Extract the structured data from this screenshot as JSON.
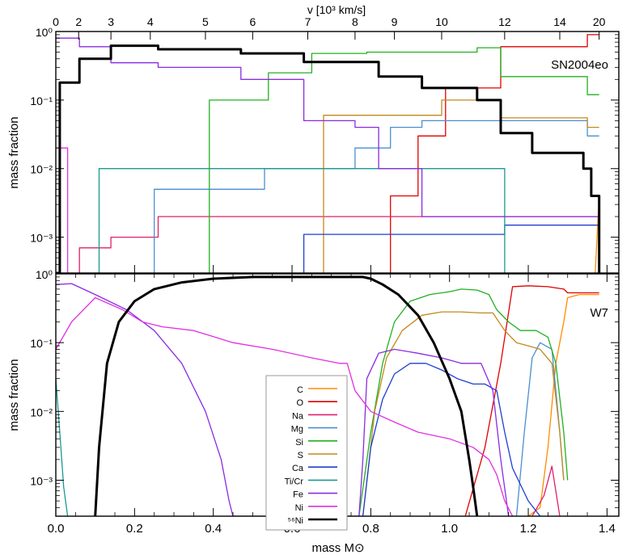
{
  "chart_data": [
    {
      "panel": "top",
      "type": "line",
      "step": true,
      "title": "",
      "label": "SN2004eo",
      "xlabel": "",
      "x2label": "v [10³ km/s]",
      "ylabel": "mass fraction",
      "xlim": [
        0.0,
        1.43
      ],
      "ylim": [
        0.0003,
        1.0
      ],
      "yscale": "log",
      "yticks": [
        "10⁰",
        "10⁻¹",
        "10⁻²",
        "10⁻³"
      ],
      "x2ticks": [
        {
          "v": 0,
          "m": 0.0
        },
        {
          "v": 2,
          "m": 0.058
        },
        {
          "v": 3,
          "m": 0.14
        },
        {
          "v": 4,
          "m": 0.24
        },
        {
          "v": 5,
          "m": 0.38
        },
        {
          "v": 6,
          "m": 0.5
        },
        {
          "v": 7,
          "m": 0.64
        },
        {
          "v": 8,
          "m": 0.76
        },
        {
          "v": 9,
          "m": 0.86
        },
        {
          "v": 10,
          "m": 0.98
        },
        {
          "v": 12,
          "m": 1.14
        },
        {
          "v": 14,
          "m": 1.28
        },
        {
          "v": 20,
          "m": 1.38
        }
      ],
      "series": [
        {
          "name": "C",
          "color": "#ff8c00",
          "x": [
            1.37,
            1.38
          ],
          "y": [
            0.0003,
            0.004
          ]
        },
        {
          "name": "O",
          "color": "#e00000",
          "x": [
            0.85,
            0.85,
            0.92,
            0.92,
            0.99,
            0.99,
            1.13,
            1.13,
            1.35,
            1.35,
            1.38
          ],
          "y": [
            0.0003,
            0.004,
            0.004,
            0.03,
            0.03,
            0.15,
            0.15,
            0.6,
            0.6,
            0.9,
            0.9
          ]
        },
        {
          "name": "Na",
          "color": "#e0206a",
          "x": [
            0.06,
            0.06,
            0.14,
            0.14,
            0.26,
            0.26,
            1.38
          ],
          "y": [
            0.0003,
            0.0007,
            0.0007,
            0.001,
            0.001,
            0.002,
            0.002
          ]
        },
        {
          "name": "Mg",
          "color": "#4a8fd0",
          "x": [
            0.25,
            0.25,
            0.53,
            0.53,
            0.76,
            0.76,
            0.85,
            0.85,
            0.93,
            0.93,
            1.35,
            1.35,
            1.38
          ],
          "y": [
            0.0003,
            0.005,
            0.005,
            0.01,
            0.01,
            0.02,
            0.02,
            0.04,
            0.04,
            0.05,
            0.05,
            0.03,
            0.03
          ]
        },
        {
          "name": "Si",
          "color": "#20b020",
          "x": [
            0.39,
            0.39,
            0.54,
            0.54,
            0.65,
            0.65,
            0.79,
            0.79,
            1.07,
            1.07,
            1.13,
            1.13,
            1.35,
            1.35,
            1.38
          ],
          "y": [
            0.0003,
            0.1,
            0.1,
            0.25,
            0.25,
            0.48,
            0.48,
            0.5,
            0.5,
            0.58,
            0.58,
            0.22,
            0.22,
            0.12,
            0.12
          ]
        },
        {
          "name": "S",
          "color": "#c08a1e",
          "x": [
            0.68,
            0.68,
            0.98,
            0.98,
            1.13,
            1.13,
            1.35,
            1.35,
            1.38
          ],
          "y": [
            0.0003,
            0.06,
            0.06,
            0.1,
            0.1,
            0.055,
            0.055,
            0.04,
            0.04
          ]
        },
        {
          "name": "Ca",
          "color": "#1f3fd0",
          "x": [
            0.63,
            0.63,
            1.14,
            1.14,
            1.38
          ],
          "y": [
            0.0003,
            0.0011,
            0.0011,
            0.0015,
            0.0015
          ]
        },
        {
          "name": "Ti/Cr",
          "color": "#1a9a90",
          "x": [
            0.11,
            0.11,
            1.14,
            1.14
          ],
          "y": [
            0.0003,
            0.01,
            0.01,
            0.0003
          ]
        },
        {
          "name": "Fe",
          "color": "#8a2be2",
          "x": [
            0.0,
            0.06,
            0.06,
            0.14,
            0.14,
            0.26,
            0.26,
            0.47,
            0.47,
            0.63,
            0.63,
            0.76,
            0.76,
            0.82,
            0.82,
            0.93,
            0.93,
            1.38
          ],
          "y": [
            0.8,
            0.8,
            0.6,
            0.6,
            0.35,
            0.35,
            0.3,
            0.3,
            0.2,
            0.2,
            0.05,
            0.05,
            0.04,
            0.04,
            0.01,
            0.01,
            0.002,
            0.002
          ]
        },
        {
          "name": "Ni",
          "color": "#e030e0",
          "x": [
            0.0,
            0.03,
            0.03
          ],
          "y": [
            0.02,
            0.02,
            0.0003
          ]
        },
        {
          "name": "⁵⁶Ni",
          "color": "#000000",
          "x": [
            0.0,
            0.01,
            0.01,
            0.06,
            0.06,
            0.14,
            0.14,
            0.26,
            0.26,
            0.47,
            0.47,
            0.63,
            0.63,
            0.82,
            0.82,
            0.93,
            0.93,
            1.07,
            1.07,
            1.13,
            1.13,
            1.21,
            1.21,
            1.34,
            1.34,
            1.36,
            1.36,
            1.38,
            1.38
          ],
          "y": [
            0.0003,
            0.0003,
            0.18,
            0.18,
            0.4,
            0.4,
            0.62,
            0.62,
            0.55,
            0.55,
            0.48,
            0.48,
            0.36,
            0.36,
            0.22,
            0.22,
            0.15,
            0.15,
            0.1,
            0.1,
            0.033,
            0.033,
            0.017,
            0.017,
            0.01,
            0.01,
            0.004,
            0.004,
            0.0003
          ]
        }
      ]
    },
    {
      "panel": "bottom",
      "type": "line",
      "title": "",
      "label": "W7",
      "xlabel": "mass M⊙",
      "ylabel": "mass fraction",
      "xlim": [
        0.0,
        1.43
      ],
      "ylim": [
        0.0003,
        1.0
      ],
      "yscale": "log",
      "xticks": [
        0.0,
        0.2,
        0.4,
        0.6,
        0.8,
        1.0,
        1.2,
        1.4
      ],
      "xtick_labels": [
        "0.0",
        "0.2",
        "0.4",
        "0.6",
        "0.8",
        "1.0",
        "1.2",
        "1.4"
      ],
      "yticks": [
        "10⁰",
        "10⁻¹",
        "10⁻²",
        "10⁻³"
      ],
      "series": [
        {
          "name": "C",
          "color": "#ff8c00",
          "x": [
            1.2,
            1.23,
            1.25,
            1.27,
            1.29,
            1.3,
            1.33,
            1.38
          ],
          "y": [
            0.0003,
            0.0004,
            0.003,
            0.05,
            0.2,
            0.45,
            0.5,
            0.5
          ]
        },
        {
          "name": "O",
          "color": "#e00000",
          "x": [
            1.04,
            1.09,
            1.13,
            1.16,
            1.2,
            1.25,
            1.29,
            1.3,
            1.38
          ],
          "y": [
            0.0003,
            0.003,
            0.05,
            0.65,
            0.67,
            0.65,
            0.6,
            0.53,
            0.53
          ]
        },
        {
          "name": "Na",
          "color": "#e0206a",
          "x": [
            1.21,
            1.24,
            1.26,
            1.28
          ],
          "y": [
            0.0003,
            0.0006,
            0.0016,
            0.0003
          ]
        },
        {
          "name": "Mg",
          "color": "#4a8fd0",
          "x": [
            1.17,
            1.19,
            1.21,
            1.23,
            1.26,
            1.28,
            1.29
          ],
          "y": [
            0.0003,
            0.005,
            0.06,
            0.1,
            0.08,
            0.005,
            0.001
          ]
        },
        {
          "name": "Si",
          "color": "#20b020",
          "x": [
            0.77,
            0.8,
            0.83,
            0.86,
            0.9,
            0.95,
            1.0,
            1.03,
            1.07,
            1.1,
            1.12,
            1.15,
            1.18,
            1.22,
            1.25,
            1.27,
            1.29,
            1.3
          ],
          "y": [
            0.0003,
            0.005,
            0.05,
            0.2,
            0.4,
            0.5,
            0.55,
            0.6,
            0.58,
            0.5,
            0.3,
            0.2,
            0.15,
            0.15,
            0.12,
            0.05,
            0.005,
            0.001
          ]
        },
        {
          "name": "S",
          "color": "#c08a1e",
          "x": [
            0.78,
            0.81,
            0.84,
            0.88,
            0.93,
            0.98,
            1.03,
            1.08,
            1.11,
            1.14,
            1.17,
            1.2,
            1.23,
            1.26,
            1.28,
            1.29
          ],
          "y": [
            0.0003,
            0.01,
            0.06,
            0.15,
            0.25,
            0.28,
            0.28,
            0.27,
            0.27,
            0.15,
            0.1,
            0.09,
            0.08,
            0.05,
            0.005,
            0.001
          ]
        },
        {
          "name": "Ca",
          "color": "#1f3fd0",
          "x": [
            0.78,
            0.8,
            0.83,
            0.86,
            0.9,
            0.94,
            0.98,
            1.02,
            1.06,
            1.09,
            1.12,
            1.14,
            1.16,
            1.2,
            1.23
          ],
          "y": [
            0.0003,
            0.003,
            0.015,
            0.035,
            0.05,
            0.05,
            0.04,
            0.03,
            0.025,
            0.025,
            0.02,
            0.005,
            0.0015,
            0.0005,
            0.0003
          ]
        },
        {
          "name": "Ti/Cr",
          "color": "#1a9a90",
          "x": [
            0.0,
            0.01,
            0.02,
            0.03
          ],
          "y": [
            0.03,
            0.005,
            0.0008,
            0.0003
          ]
        },
        {
          "name": "Fe",
          "color": "#8a2be2",
          "x": [
            0.0,
            0.04,
            0.1,
            0.18,
            0.25,
            0.32,
            0.38,
            0.42,
            0.44,
            0.45,
            0.77,
            0.78,
            0.79,
            0.82,
            0.86,
            0.92,
            0.98,
            1.03,
            1.08,
            1.11,
            1.13,
            1.15
          ],
          "y": [
            0.7,
            0.72,
            0.5,
            0.3,
            0.15,
            0.05,
            0.01,
            0.002,
            0.0005,
            0.0003,
            0.0003,
            0.002,
            0.03,
            0.07,
            0.08,
            0.07,
            0.06,
            0.05,
            0.05,
            0.02,
            0.002,
            0.0003
          ]
        },
        {
          "name": "Ni",
          "color": "#e030e0",
          "x": [
            0.0,
            0.04,
            0.1,
            0.17,
            0.22,
            0.27,
            0.35,
            0.45,
            0.55,
            0.65,
            0.72,
            0.74,
            0.76,
            0.8,
            0.86,
            0.92,
            1.0,
            1.06,
            1.1,
            1.12,
            1.14,
            1.16
          ],
          "y": [
            0.08,
            0.2,
            0.45,
            0.3,
            0.2,
            0.17,
            0.15,
            0.1,
            0.08,
            0.06,
            0.05,
            0.05,
            0.02,
            0.01,
            0.007,
            0.005,
            0.004,
            0.003,
            0.002,
            0.0012,
            0.0005,
            0.0003
          ]
        },
        {
          "name": "⁵⁶Ni",
          "color": "#000000",
          "x": [
            0.1,
            0.11,
            0.13,
            0.16,
            0.2,
            0.25,
            0.32,
            0.4,
            0.5,
            0.6,
            0.7,
            0.78,
            0.8,
            0.83,
            0.87,
            0.92,
            0.96,
            1.0,
            1.03,
            1.05,
            1.06,
            1.07
          ],
          "y": [
            0.0003,
            0.003,
            0.05,
            0.2,
            0.4,
            0.6,
            0.75,
            0.85,
            0.9,
            0.9,
            0.9,
            0.9,
            0.85,
            0.7,
            0.5,
            0.25,
            0.1,
            0.03,
            0.01,
            0.002,
            0.0008,
            0.0003
          ]
        }
      ]
    }
  ],
  "legend": {
    "entries": [
      {
        "label": "C",
        "color": "#ff8c00"
      },
      {
        "label": "O",
        "color": "#e00000"
      },
      {
        "label": "Na",
        "color": "#e0206a"
      },
      {
        "label": "Mg",
        "color": "#4a8fd0"
      },
      {
        "label": "Si",
        "color": "#20b020"
      },
      {
        "label": "S",
        "color": "#c08a1e"
      },
      {
        "label": "Ca",
        "color": "#1f3fd0"
      },
      {
        "label": "Ti/Cr",
        "color": "#1a9a90"
      },
      {
        "label": "Fe",
        "color": "#8a2be2"
      },
      {
        "label": "Ni",
        "color": "#e030e0"
      },
      {
        "label": "⁵⁶Ni",
        "color": "#000000"
      }
    ]
  }
}
